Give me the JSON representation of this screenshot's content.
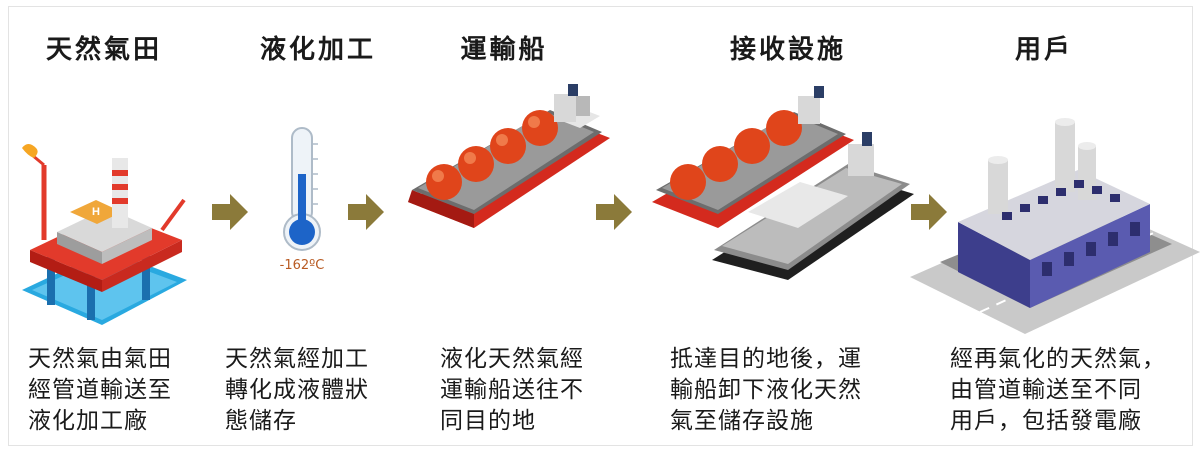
{
  "steps": [
    {
      "title": "天然氣田",
      "lines": [
        "天然氣由氣田",
        "經管道輸送至",
        "液化加工廠"
      ],
      "icon": "offshore-platform-icon"
    },
    {
      "title": "液化加工",
      "lines": [
        "天然氣經加工",
        "轉化成液體狀",
        "態儲存"
      ],
      "icon": "thermometer-icon"
    },
    {
      "title": "運輸船",
      "lines": [
        "液化天然氣經",
        "運輸船送往不",
        "同目的地"
      ],
      "icon": "lng-ship-icon"
    },
    {
      "title": "接收設施",
      "lines": [
        "抵達目的地後，運",
        "輸船卸下液化天然",
        "氣至儲存設施"
      ],
      "icon": "receiving-terminal-icon"
    },
    {
      "title": "用戶",
      "lines": [
        "經再氣化的天然氣，",
        "由管道輸送至不同",
        "用戶，包括發電廠"
      ],
      "icon": "power-plant-icon"
    }
  ],
  "thermometer_label": "-162ºC",
  "colors": {
    "arrow": "#8b7a3a",
    "tank": "#e0451b",
    "hull_red": "#d42a1e",
    "hull_dark": "#1f1f1f",
    "building": "#3d3e8c"
  }
}
